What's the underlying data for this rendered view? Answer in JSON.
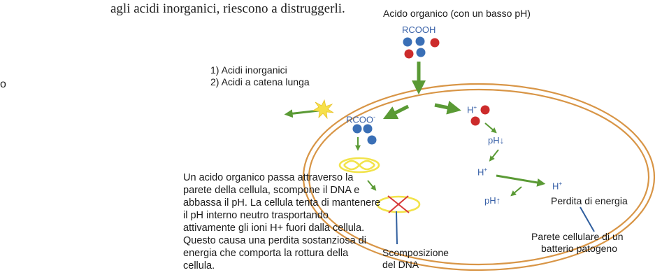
{
  "intro_fragment": "agli acidi inorganici, riescono a distruggerli.",
  "edge_fragment": "o",
  "labels": {
    "organic_acid": "Acido organico (con un basso pH)",
    "rcooh": "RCOOH",
    "inorganic_acids_1": "1) Acidi inorganici",
    "inorganic_acids_2": "2) Acidi a catena lunga",
    "rcoo": "RCOO",
    "rcoo_superscript": "-",
    "h_plus_top": "H",
    "h_plus_mid": "H",
    "h_plus_out": "H",
    "plus": "+",
    "ph_down": "pH↓",
    "ph_up": "pH↑",
    "energy_loss": "Perdita di energia",
    "cell_wall_1": "Parete cellulare di un",
    "cell_wall_2": "batterio patogeno",
    "dna_1": "Scomposizione",
    "dna_2": "del DNA"
  },
  "description": "Un acido organico passa attraverso la parete della cellula, scompone il DNA e abbassa il pH. La cellula tenta di mantenere il pH interno neutro trasportando attivamente gli ioni H+ fuori dalla cellula. Questo causa una perdita sostanziosa di energia che comporta la rottura della cellula.",
  "colors": {
    "cell_wall": "#d89546",
    "arrow": "#5a9a35",
    "molecule_blue": "#3a6fb6",
    "molecule_red": "#cc2b2b",
    "dna": "#f2e34a",
    "cross": "#d63a3a",
    "pointer": "#2f5e9e",
    "burst": "#f6e04a"
  }
}
